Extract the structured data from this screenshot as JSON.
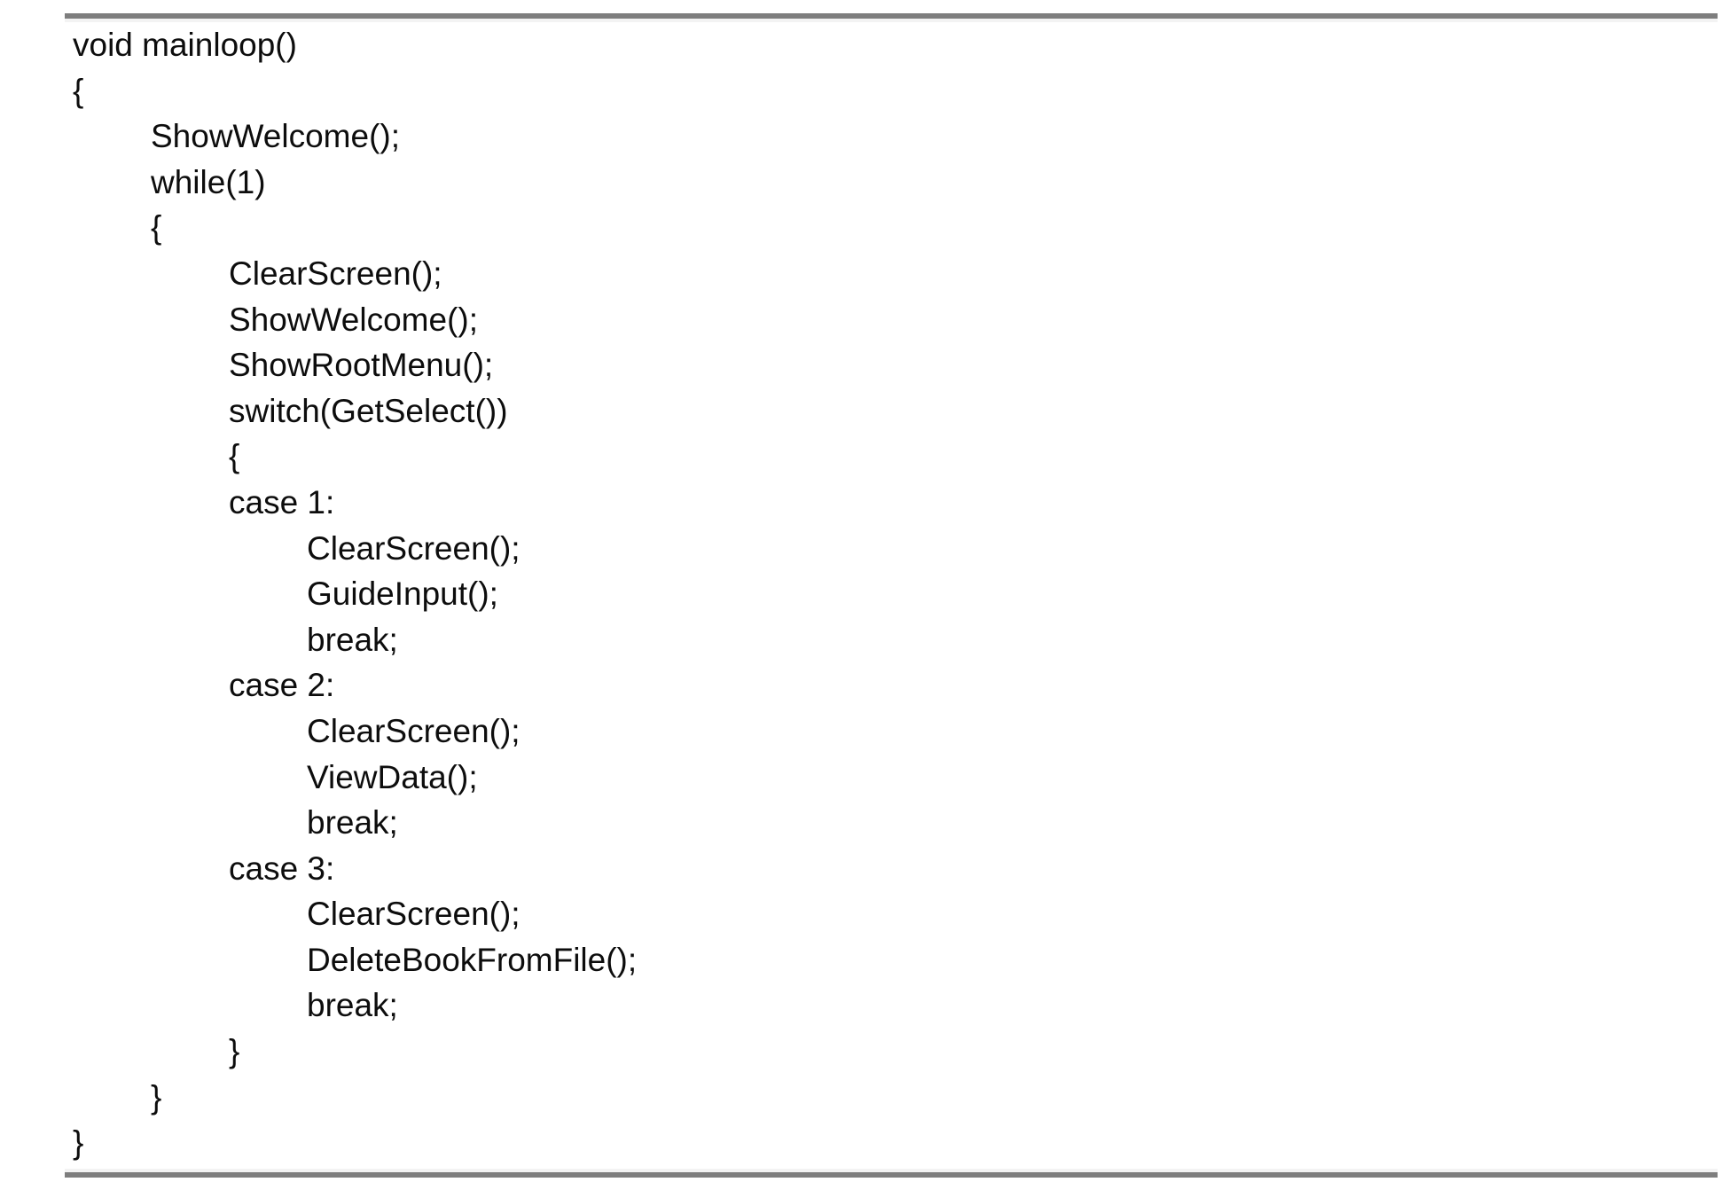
{
  "page": {
    "type": "code-listing",
    "language": "C",
    "colors": {
      "background": "#ffffff",
      "text": "#0d0d0d",
      "rule": "#7e7e7e",
      "rule_highlight": "#f3f3f3"
    }
  },
  "code": {
    "lines": [
      {
        "indent": 0,
        "text": "void mainloop()"
      },
      {
        "indent": 0,
        "text": "{"
      },
      {
        "indent": 1,
        "text": "ShowWelcome();"
      },
      {
        "indent": 1,
        "text": "while(1)"
      },
      {
        "indent": 1,
        "text": "{"
      },
      {
        "indent": 2,
        "text": "ClearScreen();"
      },
      {
        "indent": 2,
        "text": "ShowWelcome();"
      },
      {
        "indent": 2,
        "text": "ShowRootMenu();"
      },
      {
        "indent": 2,
        "text": "switch(GetSelect())"
      },
      {
        "indent": 2,
        "text": "{"
      },
      {
        "indent": 2,
        "text": "case 1:"
      },
      {
        "indent": 3,
        "text": "ClearScreen();"
      },
      {
        "indent": 3,
        "text": "GuideInput();"
      },
      {
        "indent": 3,
        "text": "break;"
      },
      {
        "indent": 2,
        "text": "case 2:"
      },
      {
        "indent": 3,
        "text": "ClearScreen();"
      },
      {
        "indent": 3,
        "text": "ViewData();"
      },
      {
        "indent": 3,
        "text": "break;"
      },
      {
        "indent": 2,
        "text": "case 3:"
      },
      {
        "indent": 3,
        "text": "ClearScreen();"
      },
      {
        "indent": 3,
        "text": "DeleteBookFromFile();"
      },
      {
        "indent": 3,
        "text": "break;"
      },
      {
        "indent": 2,
        "text": "}"
      },
      {
        "indent": 1,
        "text": "}"
      },
      {
        "indent": 0,
        "text": "}"
      }
    ]
  }
}
